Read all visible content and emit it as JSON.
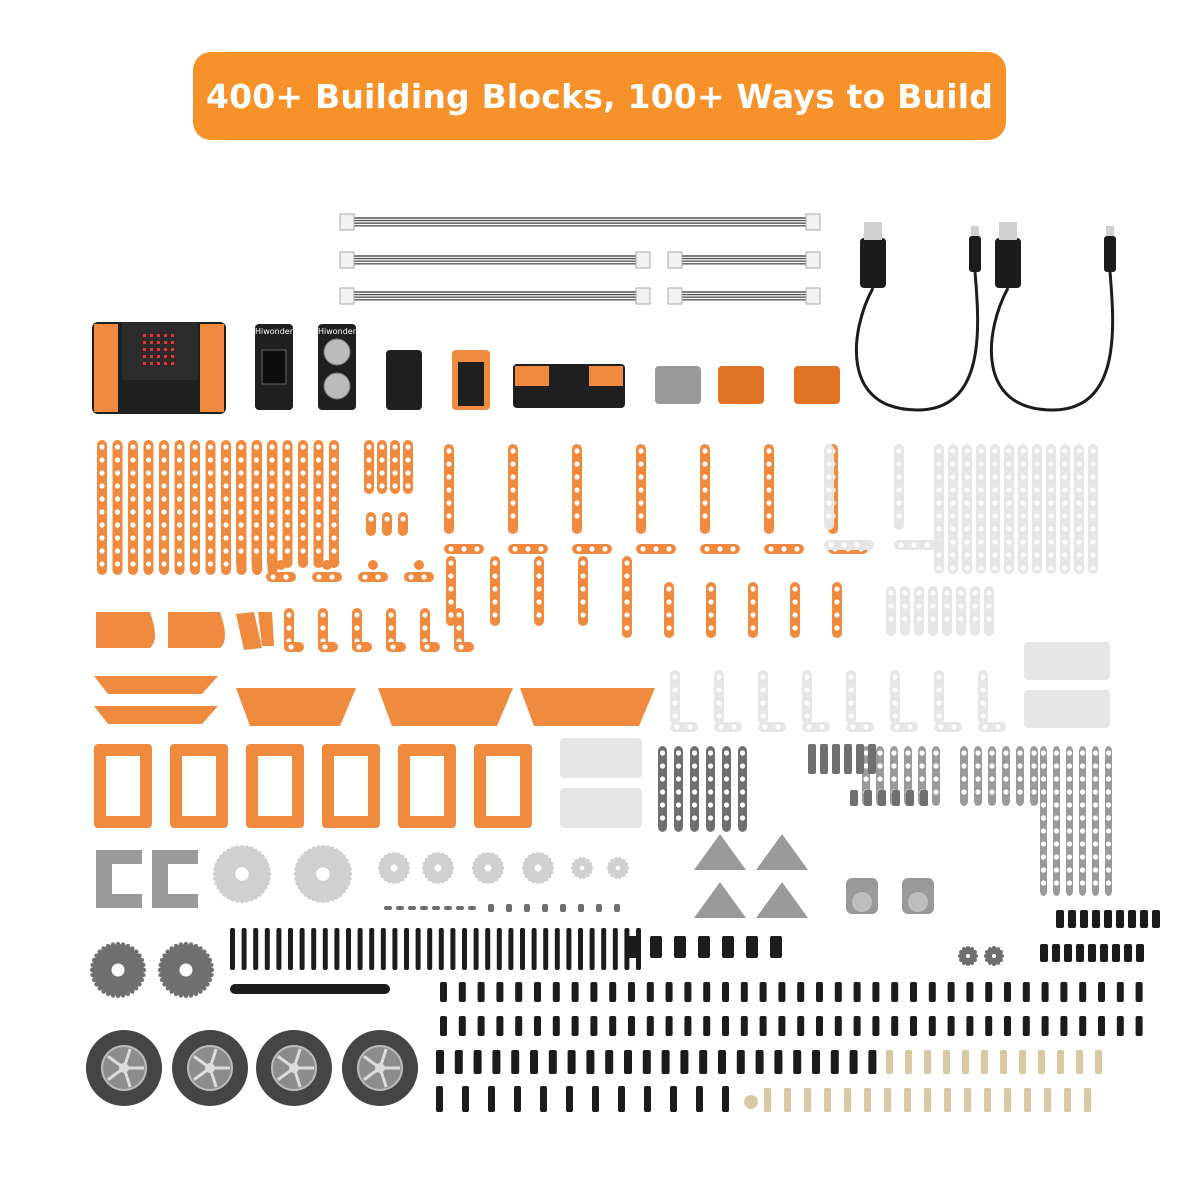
{
  "banner": {
    "title": "400+ Building Blocks, 100+ Ways to Build"
  },
  "colors": {
    "banner": "#f7922a",
    "orange_part": "#f08a3e",
    "orange_dark": "#e07424",
    "white_part": "#e6e6e6",
    "grey_part": "#9a9a9a",
    "dark_grey": "#6f6f6f",
    "black_part": "#1c1c1c",
    "tan_part": "#d9c9a3",
    "tire": "#454545",
    "pcb": "#1f1f1f"
  },
  "product_photo": {
    "module_labels": [
      "Hiwonder",
      "Hiwonder"
    ]
  }
}
